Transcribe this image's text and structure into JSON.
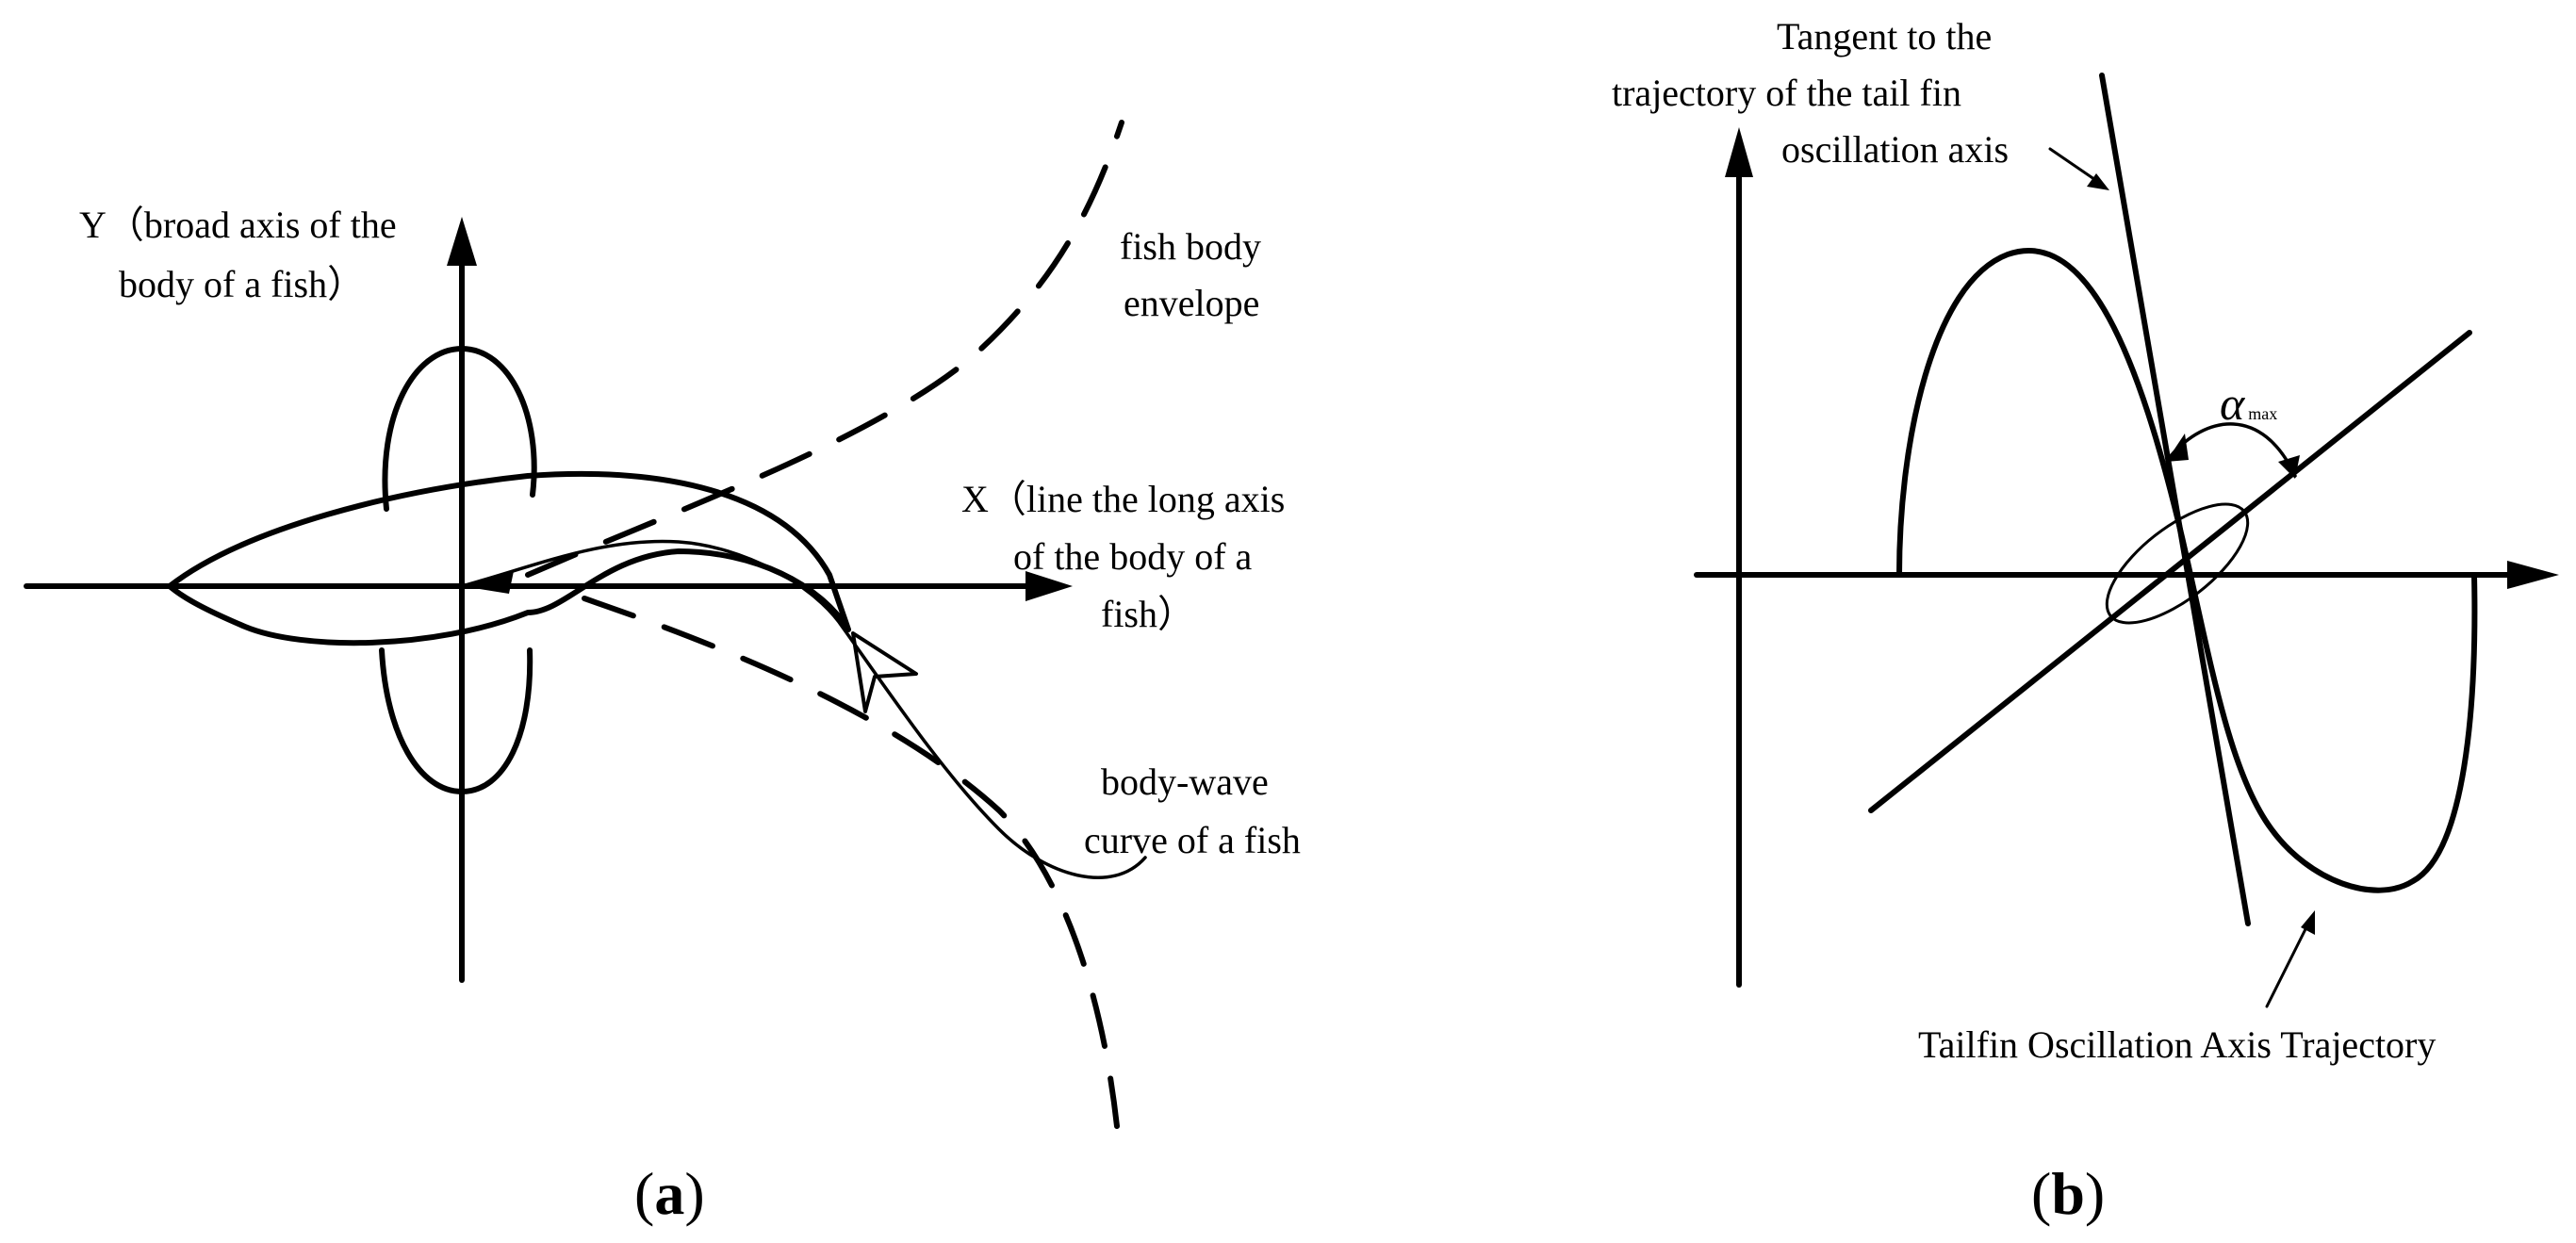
{
  "panel_a": {
    "y_axis_label": [
      "Y（broad axis of the",
      "body of a fish）"
    ],
    "x_axis_label": [
      "X（line the long axis",
      "of the body of a",
      "fish）"
    ],
    "envelope_label": [
      "fish body",
      "envelope"
    ],
    "wave_label": [
      "body-wave",
      "curve of a fish"
    ],
    "caption_open": "(",
    "caption_letter": "a",
    "caption_close": ")"
  },
  "panel_b": {
    "tangent_label": [
      "Tangent to the",
      "trajectory of the tail fin",
      "oscillation axis"
    ],
    "alpha_symbol": "α",
    "alpha_subscript": "max",
    "trajectory_label": "Tailfin Oscillation Axis Trajectory",
    "caption_open": "(",
    "caption_letter": "b",
    "caption_close": ")"
  }
}
